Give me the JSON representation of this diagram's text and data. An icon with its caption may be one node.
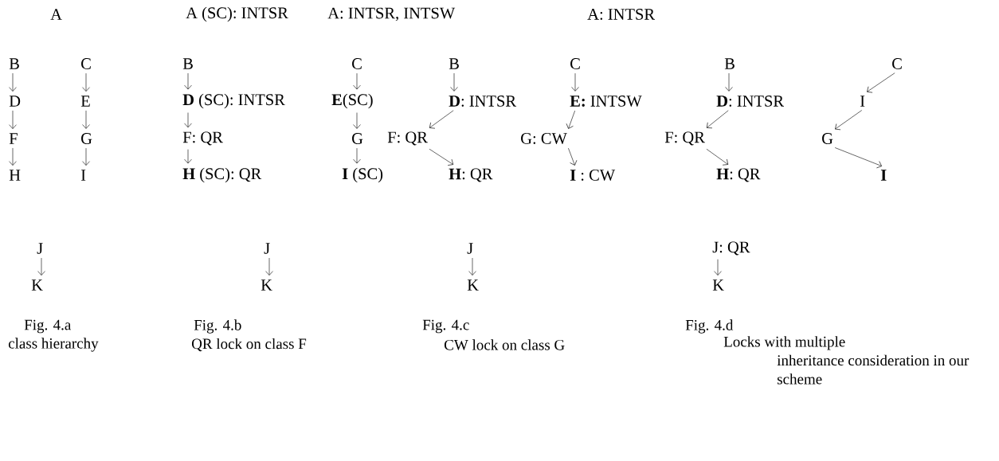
{
  "diagram": {
    "nodes": [
      {
        "text": [
          "A"
        ]
      },
      {
        "text": [
          "B"
        ]
      },
      {
        "text": [
          "C"
        ]
      },
      {
        "text": [
          "D"
        ]
      },
      {
        "text": [
          "E"
        ]
      },
      {
        "text": [
          "F"
        ]
      },
      {
        "text": [
          "G"
        ]
      },
      {
        "text": [
          "H"
        ]
      },
      {
        "text": [
          "I"
        ]
      },
      {
        "text": [
          "J"
        ]
      },
      {
        "text": [
          "K"
        ]
      },
      {
        "text": [
          "A (SC): INTSR"
        ]
      },
      {
        "text": [
          "B"
        ]
      },
      {
        "text": [
          "C"
        ]
      },
      {
        "text": [
          "**D** (SC): INTSR"
        ]
      },
      {
        "text": [
          "**E**(SC)"
        ]
      },
      {
        "text": [
          "F: QR"
        ]
      },
      {
        "text": [
          "G"
        ]
      },
      {
        "text": [
          "**H** (SC): QR"
        ]
      },
      {
        "text": [
          "**I** (SC)"
        ]
      },
      {
        "text": [
          "J"
        ]
      },
      {
        "text": [
          "K"
        ]
      },
      {
        "text": [
          "A: INTSR, INTSW"
        ]
      },
      {
        "text": [
          "B"
        ]
      },
      {
        "text": [
          "C"
        ]
      },
      {
        "text": [
          "**D**: INTSR"
        ]
      },
      {
        "text": [
          "**E:** INTSW"
        ]
      },
      {
        "text": [
          "F: QR"
        ]
      },
      {
        "text": [
          "G: CW"
        ]
      },
      {
        "text": [
          "**H**: QR"
        ]
      },
      {
        "text": [
          "**I** : CW"
        ]
      },
      {
        "text": [
          "J"
        ]
      },
      {
        "text": [
          "K"
        ]
      },
      {
        "text": [
          "A: INTSR"
        ]
      },
      {
        "text": [
          "B"
        ]
      },
      {
        "text": [
          "C"
        ]
      },
      {
        "text": [
          "**D**: INTSR"
        ]
      },
      {
        "text": [
          "I"
        ]
      },
      {
        "text": [
          "F: QR"
        ]
      },
      {
        "text": [
          "G"
        ]
      },
      {
        "text": [
          "**H**: QR"
        ]
      },
      {
        "text": [
          "**I**"
        ]
      },
      {
        "text": [
          "J: QR"
        ]
      },
      {
        "text": [
          "K"
        ]
      }
    ],
    "edges": [
      {
        "from": 1,
        "to": 3,
        "arrow": "to"
      },
      {
        "from": 3,
        "to": 5,
        "arrow": "to"
      },
      {
        "from": 5,
        "to": 7,
        "arrow": "to"
      },
      {
        "from": 2,
        "to": 4,
        "arrow": "to"
      },
      {
        "from": 4,
        "to": 6,
        "arrow": "to"
      },
      {
        "from": 6,
        "to": 8,
        "arrow": "to"
      },
      {
        "from": 9,
        "to": 10,
        "arrow": "to"
      },
      {
        "from": 12,
        "to": 14,
        "arrow": "to"
      },
      {
        "from": 14,
        "to": 16,
        "arrow": "to"
      },
      {
        "from": 16,
        "to": 18,
        "arrow": "to"
      },
      {
        "from": 13,
        "to": 15,
        "arrow": "to"
      },
      {
        "from": 15,
        "to": 17,
        "arrow": "to"
      },
      {
        "from": 17,
        "to": 19,
        "arrow": "to"
      },
      {
        "from": 20,
        "to": 21,
        "arrow": "to"
      },
      {
        "from": 23,
        "to": 25,
        "arrow": "to"
      },
      {
        "from": 25,
        "to": 27,
        "arrow": "to"
      },
      {
        "from": 27,
        "to": 29,
        "arrow": "to"
      },
      {
        "from": 24,
        "to": 26,
        "arrow": "to"
      },
      {
        "from": 26,
        "to": 28,
        "arrow": "to"
      },
      {
        "from": 28,
        "to": 30,
        "arrow": "to"
      },
      {
        "from": 31,
        "to": 32,
        "arrow": "to"
      },
      {
        "from": 34,
        "to": 36,
        "arrow": "to"
      },
      {
        "from": 36,
        "to": 38,
        "arrow": "to"
      },
      {
        "from": 38,
        "to": 40,
        "arrow": "to"
      },
      {
        "from": 35,
        "to": 37,
        "arrow": "to"
      },
      {
        "from": 37,
        "to": 39,
        "arrow": "to"
      },
      {
        "from": 39,
        "to": 41,
        "arrow": "to"
      },
      {
        "from": 42,
        "to": 43,
        "arrow": "to"
      }
    ],
    "labels": [
      "Fig. 4.a",
      "class hierarchy",
      "Fig. 4.b",
      "QR lock on class F",
      "Fig. 4.c",
      "CW lock on class G",
      "Fig. 4.d",
      "Locks with multiple inheritance consideration in our scheme"
    ]
  }
}
